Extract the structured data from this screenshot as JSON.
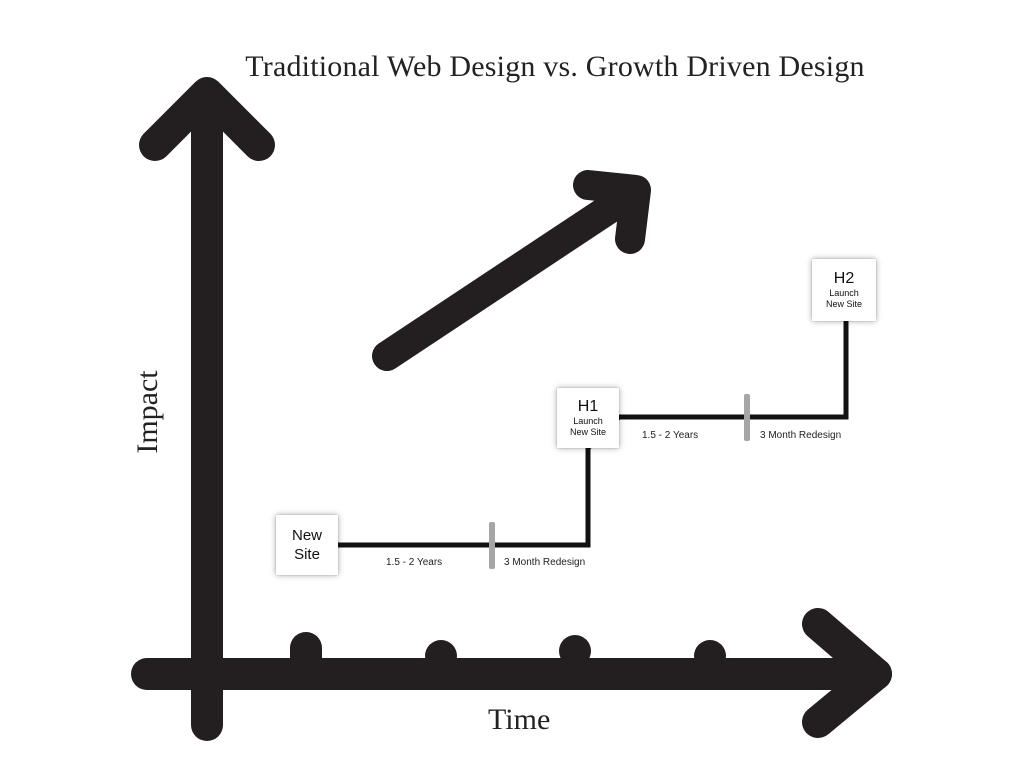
{
  "title": "Traditional Web Design vs. Growth Driven Design",
  "axes": {
    "x_label": "Time",
    "y_label": "Impact"
  },
  "boxes": {
    "new_site": {
      "line1": "New",
      "line2": "Site"
    },
    "h1": {
      "heading": "H1",
      "line1": "Launch",
      "line2": "New Site"
    },
    "h2": {
      "heading": "H2",
      "line1": "Launch",
      "line2": "New Site"
    }
  },
  "segments": {
    "first_duration": "1.5 - 2 Years",
    "first_redesign": "3 Month Redesign",
    "second_duration": "1.5 - 2 Years",
    "second_redesign": "3 Month Redesign"
  },
  "colors": {
    "stroke": "#231f20",
    "divider": "#a6a6a6",
    "text": "#222222"
  }
}
